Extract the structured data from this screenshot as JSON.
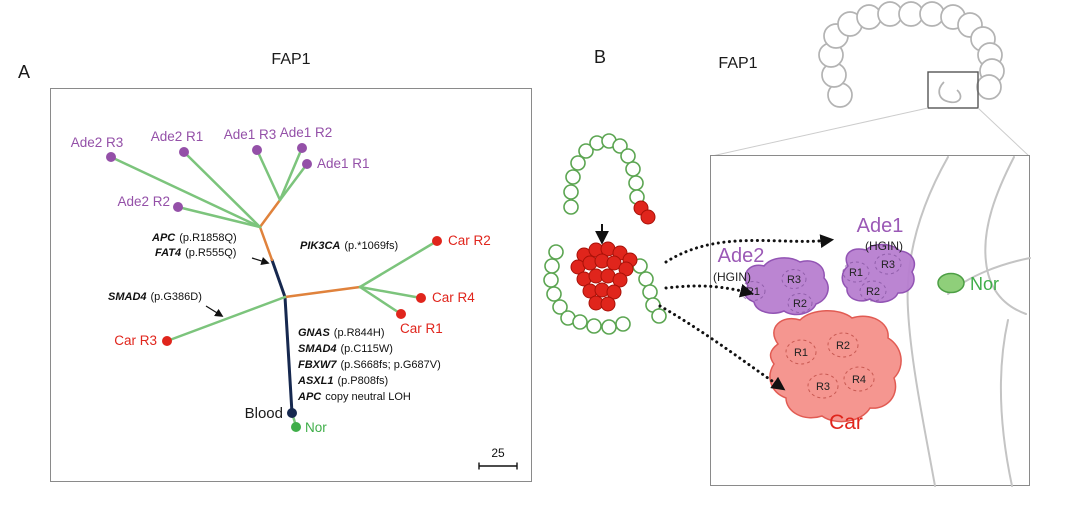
{
  "panel_a": {
    "label": "A",
    "title": "FAP1",
    "samples": {
      "ade2_r3": "Ade2 R3",
      "ade2_r1": "Ade2 R1",
      "ade1_r3": "Ade1 R3",
      "ade1_r2": "Ade1 R2",
      "ade1_r1": "Ade1 R1",
      "ade2_r2": "Ade2 R2",
      "car_r2": "Car R2",
      "car_r4": "Car R4",
      "car_r1": "Car R1",
      "car_r3": "Car R3",
      "blood": "Blood",
      "nor": "Nor"
    },
    "annotations": {
      "apc": {
        "gene": "APC",
        "detail": "(p.R1858Q)"
      },
      "fat4": {
        "gene": "FAT4",
        "detail": "(p.R555Q)"
      },
      "pik3ca": {
        "gene": "PIK3CA",
        "detail": "(p.*1069fs)"
      },
      "smad4_branch": {
        "gene": "SMAD4",
        "detail": "(p.G386D)"
      },
      "gnas": {
        "gene": "GNAS",
        "detail": "(p.R844H)"
      },
      "smad4_trunk": {
        "gene": "SMAD4",
        "detail": "(p.C115W)"
      },
      "fbxw7": {
        "gene": "FBXW7",
        "detail": "(p.S668fs; p.G687V)"
      },
      "asxl1": {
        "gene": "ASXL1",
        "detail": "(p.P808fs)"
      },
      "apc_loh": {
        "gene": "APC",
        "detail": "copy neutral LOH"
      }
    },
    "scale_bar": "25"
  },
  "panel_b": {
    "label": "B",
    "title": "FAP1",
    "lesions": {
      "ade1": {
        "name": "Ade1",
        "grade": "(HGIN)",
        "r1": "R1",
        "r2": "R2",
        "r3": "R3"
      },
      "ade2": {
        "name": "Ade2",
        "grade": "(HGIN)",
        "r1": "R1",
        "r2": "R2",
        "r3": "R3"
      },
      "car": {
        "name": "Car",
        "r1": "R1",
        "r2": "R2",
        "r3": "R3",
        "r4": "R4"
      },
      "nor": {
        "name": "Nor"
      }
    }
  },
  "colors": {
    "adenoma_purple": "#9450a8",
    "carcinoma_red": "#e0251c",
    "normal_green": "#3fae49",
    "trunk_navy": "#16284f",
    "internal_branch_orange": "#e0823c",
    "terminal_branch_green": "#7cc47c"
  }
}
